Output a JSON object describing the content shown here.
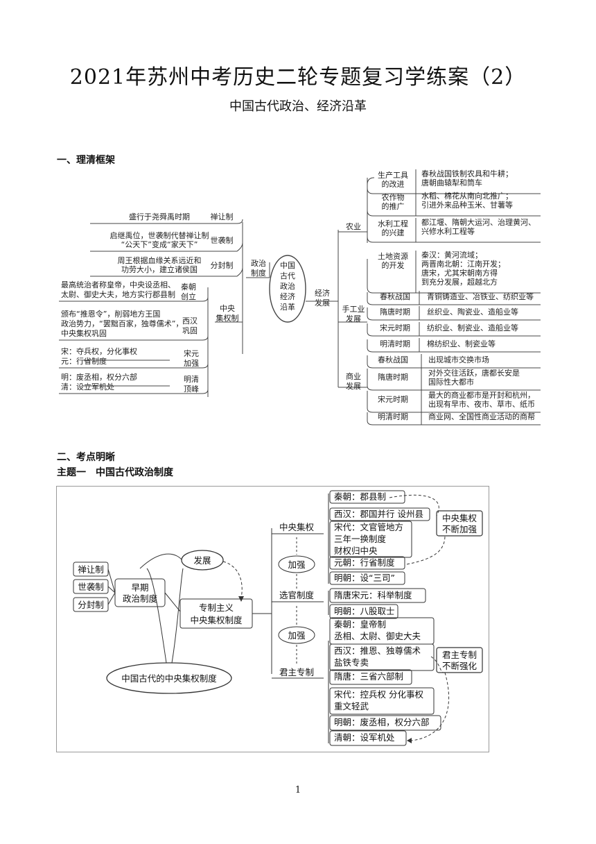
{
  "header": {
    "title": "2021年苏州中考历史二轮专题复习学练案（2）",
    "subtitle": "中国古代政治、经济沿革"
  },
  "sections": {
    "s1": "一、理清框架",
    "s2": "二、考点明晰",
    "theme1": "主题一　中国古代政治制度"
  },
  "map1": {
    "center": [
      "中国",
      "古代",
      "政治",
      "经济",
      "沿革"
    ],
    "political": {
      "label": [
        "政治",
        "制度"
      ],
      "items": [
        {
          "desc": [
            "盛行于尧舜禹时期"
          ],
          "name": [
            "禅让制"
          ]
        },
        {
          "desc": [
            "启继禹位，世袭制代替禅让制",
            "“公天下”变成“家天下”"
          ],
          "name": [
            "世袭制"
          ]
        },
        {
          "desc": [
            "周王根据血缘关系远近和",
            "功劳大小，建立诸侯国"
          ],
          "name": [
            "分封制"
          ]
        }
      ],
      "central": {
        "label": [
          "中央",
          "集权制"
        ],
        "items": [
          {
            "desc": [
              "最高统治者称皇帝，中央设丞相、",
              "太尉、御史大夫，地方实行郡县制"
            ],
            "name": [
              "秦朝",
              "创立"
            ]
          },
          {
            "desc": [
              "颁布“推恩令”，削弱地方王国",
              "政治势力，“罢黜百家，独尊儒术”，",
              "中央集权巩固"
            ],
            "name": [
              "西汉",
              "巩固"
            ]
          },
          {
            "desc": [
              "宋：夺兵权，分化事权",
              "元：行省制度"
            ],
            "name": [
              "宋元",
              "加强"
            ]
          },
          {
            "desc": [
              "明：废丞相，权分六部",
              "清：设立军机处"
            ],
            "name": [
              "明清",
              "顶峰"
            ]
          }
        ]
      }
    },
    "economic": {
      "label": [
        "经济",
        "发展"
      ],
      "agriculture": {
        "label": "农业",
        "items": [
          {
            "name": [
              "生产工具",
              "的改进"
            ],
            "desc": [
              "春秋战国铁制农具和牛耕；",
              "唐朝曲辕犁和筒车"
            ]
          },
          {
            "name": [
              "农作物",
              "的推广"
            ],
            "desc": [
              "水稻、棉花从南向北推广；",
              "引进外来品种玉米、甘薯等"
            ]
          },
          {
            "name": [
              "水利工程",
              "的兴建"
            ],
            "desc": [
              "都江堰、隋朝大运河、治理黄河、",
              "兴修水利工程等"
            ]
          },
          {
            "name": [
              "土地资源",
              "的开发"
            ],
            "desc": [
              "秦汉：黄河流域；",
              "两晋南北朝：江南开发；",
              "唐宋，尤其宋朝南方得",
              "到充分发展，超越北方"
            ]
          }
        ]
      },
      "handicraft": {
        "label": [
          "手工业",
          "发展"
        ],
        "items": [
          {
            "name": "春秋战国",
            "desc": "青铜铸造业、冶铁业、纺织业等"
          },
          {
            "name": "隋唐时期",
            "desc": "丝织业、陶瓷业、造船业等"
          },
          {
            "name": "宋元时期",
            "desc": "纺织业、制瓷业、造船业等"
          },
          {
            "name": "明清时期",
            "desc": "棉纺织业、制瓷业等"
          }
        ]
      },
      "commerce": {
        "label": [
          "商业",
          "发展"
        ],
        "items": [
          {
            "name": [
              "春秋战国"
            ],
            "desc": [
              "出现城市交换市场"
            ]
          },
          {
            "name": [
              "隋唐时期"
            ],
            "desc": [
              "对外交往活跃，唐都长安是",
              "国际性大都市"
            ]
          },
          {
            "name": [
              "宋元时期"
            ],
            "desc": [
              "最大的商业都市是开封和杭州，",
              "出现有早市、夜市、草市、纸币"
            ]
          },
          {
            "name": [
              "明清时期"
            ],
            "desc": [
              "商业网、全国性商业活动的商帮"
            ]
          }
        ]
      }
    }
  },
  "map2": {
    "root": "中国古代的中央集权制度",
    "develop": "发展",
    "strengthen": "加强",
    "early": [
      "早期",
      "政治制度"
    ],
    "early_items": [
      "禅让制",
      "世袭制",
      "分封制"
    ],
    "core": [
      "专制主义",
      "中央集权制度"
    ],
    "branches": {
      "central": "中央集权",
      "officials": "选官制度",
      "monarch": "君主专制"
    },
    "central_items": [
      [
        "秦朝：郡县制"
      ],
      [
        "西汉：郡国并行 设州县"
      ],
      [
        "宋代：文官管地方",
        "三年一换制度",
        "财权归中央"
      ],
      [
        "元朝：行省制度"
      ],
      [
        "明朝：设“三司”"
      ]
    ],
    "official_items": [
      [
        "隋唐宋元：科举制度"
      ],
      [
        "明朝：八股取士"
      ]
    ],
    "monarch_items": [
      [
        "秦朝：皇帝制",
        "丞相、太尉、御史大夫"
      ],
      [
        "西汉：推恩、独尊儒术",
        "盐铁专卖"
      ],
      [
        "隋唐：三省六部制"
      ],
      [
        "宋代：控兵权 分化事权",
        "重文轻武"
      ],
      [
        "明朝：废丞相，权分六部"
      ],
      [
        "清朝：设军机处"
      ]
    ],
    "note_central": [
      "中央集权",
      "不断加强"
    ],
    "note_monarch": [
      "君主专制",
      "不断强化"
    ]
  },
  "footer": {
    "page": "1"
  }
}
